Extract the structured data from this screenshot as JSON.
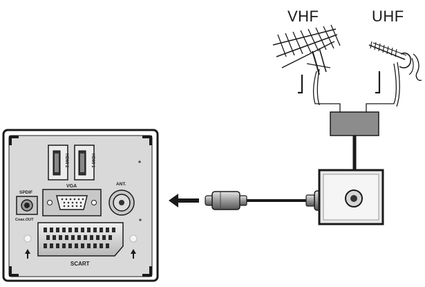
{
  "antennas": {
    "vhf_label": "VHF",
    "uhf_label": "UHF"
  },
  "tv_panel": {
    "hdmi1_label": "HDMI 1",
    "hdmi2_label": "HDMI 2",
    "vga_label": "VGA",
    "ant_label": "ANT.",
    "spdif_label": "SPDIF",
    "coax_out_label": "Coax.OUT",
    "scart_label": "SCART"
  },
  "colors": {
    "line": "#1a1a1a",
    "panel_fill": "#d9d9d9",
    "combiner_fill": "#8c8c8c",
    "port_fill": "#9a9a9a",
    "cable_gray": "#7a7a7a"
  }
}
